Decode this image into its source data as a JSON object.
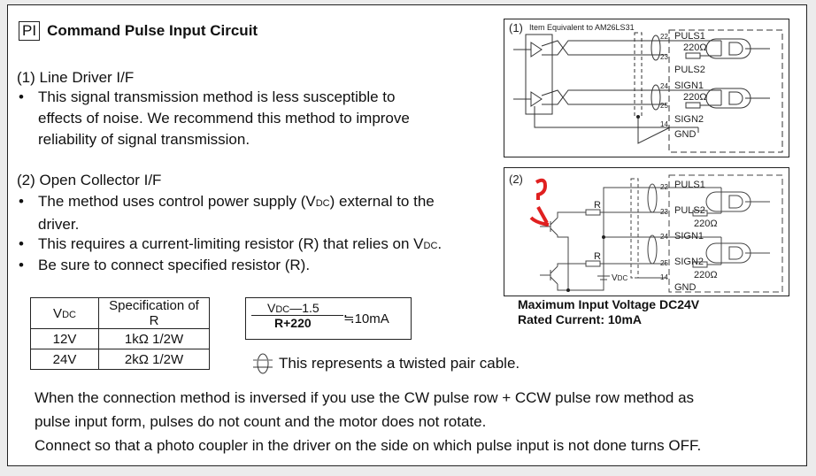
{
  "header": {
    "badge": "PI",
    "title": "Command Pulse Input Circuit"
  },
  "section1": {
    "heading": "(1) Line Driver I/F",
    "bullets": [
      [
        "This signal transmission method is less susceptible to",
        "effects of noise.  We recommend this method to improve",
        "reliability of signal transmission."
      ]
    ]
  },
  "section2": {
    "heading": "(2) Open Collector I/F",
    "bullet1_a": "The method uses control power supply (V",
    "bullet1_sub": "DC",
    "bullet1_b": ") external to the",
    "bullet1_c": "driver.",
    "bullet2_a": "This requires a current-limiting resistor (R) that relies on V",
    "bullet2_sub": "DC",
    "bullet2_b": ".",
    "bullet3": "Be sure to connect specified resistor (R)."
  },
  "bullet_char": "•",
  "spec_table": {
    "headers": [
      "VDC",
      "Specification of R"
    ],
    "rows": [
      [
        "12V",
        "1kΩ 1/2W"
      ],
      [
        "24V",
        "2kΩ 1/2W"
      ]
    ]
  },
  "formula": {
    "numerator": "VDC—1.5",
    "denominator": "R+220",
    "result": "≒10mA"
  },
  "twisted_note": "This represents a twisted pair cable.",
  "bottom_note": {
    "line1": "When the connection method is inversed if you use the CW pulse row + CCW pulse row method as",
    "line2": "pulse input form, pulses do not count and the motor does not rotate.",
    "line3": "Connect so that a photo coupler in the driver on the side on which pulse input is not done turns OFF."
  },
  "diagram1": {
    "label": "(1)",
    "sublabel": "Item Equivalent to AM26LS31",
    "pins": [
      {
        "num": "22",
        "name": "PULS1"
      },
      {
        "num": "23",
        "name": "PULS2"
      },
      {
        "num": "24",
        "name": "SIGN1"
      },
      {
        "num": "25",
        "name": "SIGN2"
      },
      {
        "num": "14",
        "name": "GND"
      }
    ],
    "resistor": "220Ω"
  },
  "diagram2": {
    "label": "(2)",
    "annotation": "?",
    "pins": [
      {
        "num": "22",
        "name": "PULS1"
      },
      {
        "num": "23",
        "name": "PULS2"
      },
      {
        "num": "24",
        "name": "SIGN1"
      },
      {
        "num": "25",
        "name": "SIGN2"
      },
      {
        "num": "14",
        "name": "GND"
      }
    ],
    "resistor": "220Ω",
    "r_label": "R",
    "vdc_label": "VDC",
    "annotation_color": "#e02020"
  },
  "diagram2_caption": {
    "line1": "Maximum Input Voltage DC24V",
    "line2": "Rated Current: 10mA"
  }
}
